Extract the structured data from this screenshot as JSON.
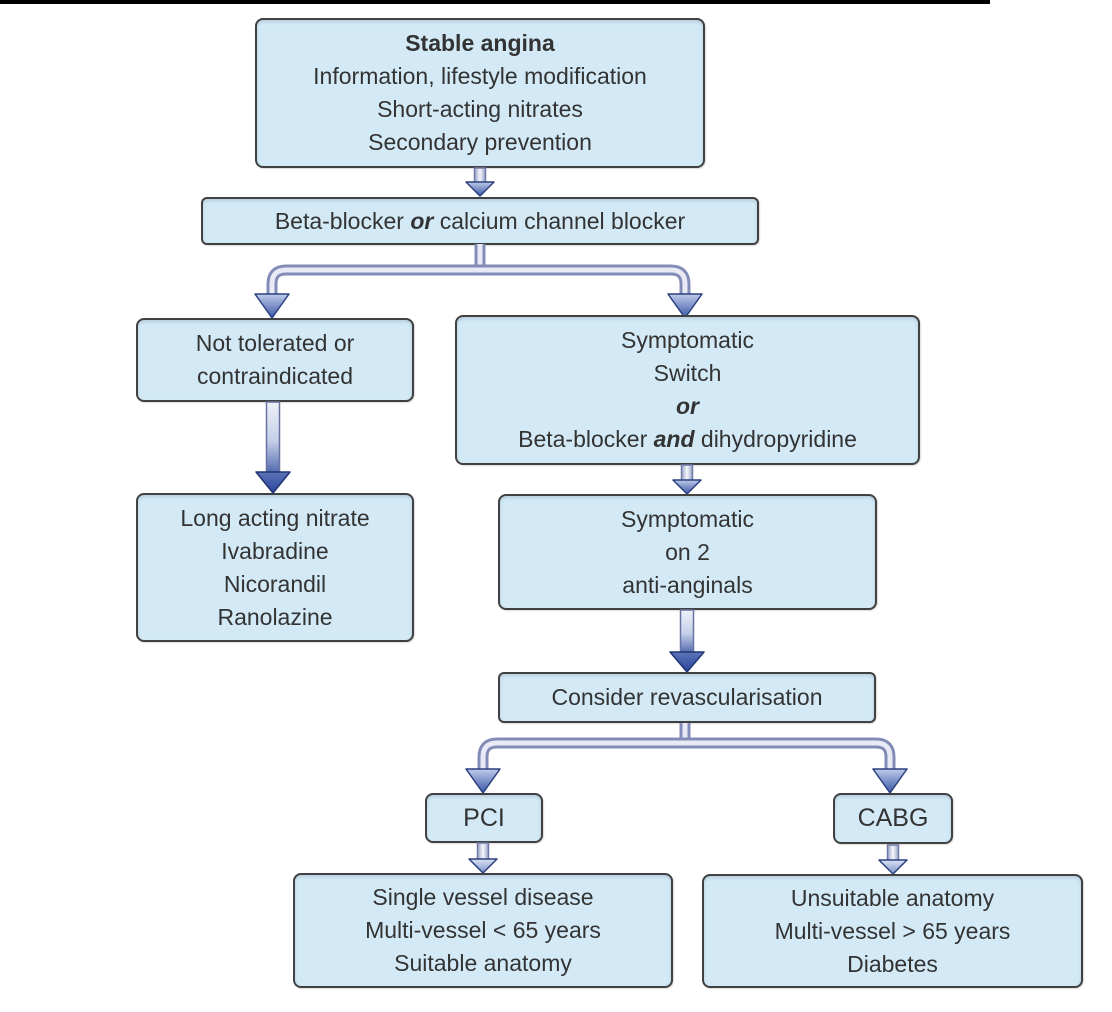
{
  "colors": {
    "box_fill": "#d3eaf6",
    "box_border": "#414141",
    "text": "#333333",
    "top_rule": "#000000",
    "tube_edge": "#838cb6",
    "tube_light": "#e8ebf6",
    "arrow_head_dark": "#29459b",
    "arrow_head_mid": "#3a57a7",
    "arrow_head_light": "#7b92cb",
    "arrow_shaft_light": "#f6f8fc"
  },
  "boxes": {
    "stable_angina": {
      "lines": [
        "Stable angina",
        "Information, lifestyle modification",
        "Short-acting nitrates",
        "Secondary prevention"
      ]
    },
    "beta_blocker": {
      "segments": [
        "Beta-blocker ",
        "or",
        " calcium channel blocker"
      ]
    },
    "not_tolerated": {
      "lines": [
        "Not tolerated or",
        "contraindicated"
      ]
    },
    "long_acting_nitrate": {
      "lines": [
        "Long acting nitrate",
        "Ivabradine",
        "Nicorandil",
        "Ranolazine"
      ]
    },
    "symptomatic_switch": {
      "line1": "Symptomatic",
      "line2": "Switch",
      "line3": "or",
      "line4_segments": [
        "Beta-blocker ",
        "and",
        " dihydropyridine"
      ]
    },
    "symptomatic_on_2": {
      "lines": [
        "Symptomatic",
        "on 2",
        "anti-anginals"
      ]
    },
    "consider_revascularisation": {
      "label": "Consider revascularisation"
    },
    "pci": {
      "label": "PCI"
    },
    "cabg": {
      "label": "CABG"
    },
    "pci_criteria": {
      "lines": [
        "Single vessel disease",
        "Multi-vessel < 65 years",
        "Suitable anatomy"
      ]
    },
    "cabg_criteria": {
      "lines": [
        "Unsuitable anatomy",
        "Multi-vessel > 65 years",
        "Diabetes"
      ]
    }
  }
}
